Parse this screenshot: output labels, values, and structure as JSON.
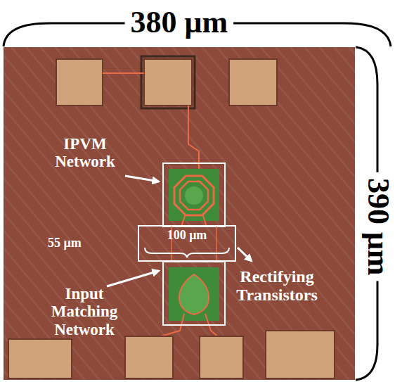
{
  "diagram": {
    "nodes": [
      {
        "text": [
          "100 μm"
        ]
      }
    ],
    "labels": [
      "380 μm",
      "390 μm",
      "IPVM Network",
      "55 μm",
      "Rectifying Transistors",
      "Input Matching Network"
    ]
  }
}
